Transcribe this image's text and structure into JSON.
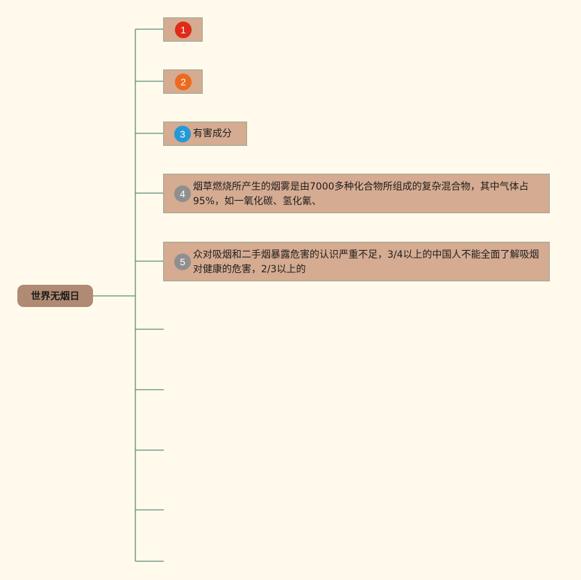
{
  "root": {
    "label": "世界无烟日"
  },
  "topics": [
    {
      "number": "1",
      "badge_color": "#e02a1a",
      "text": ""
    },
    {
      "number": "2",
      "badge_color": "#ec6a1e",
      "text": ""
    },
    {
      "number": "3",
      "badge_color": "#2599d6",
      "text": "有害成分"
    },
    {
      "number": "4",
      "badge_color": "#8f8f8f",
      "text": "烟草燃烧所产生的烟雾是由7000多种化合物所组成的复杂混合物，其中气体占95%，如一氧化碳、氢化氰、"
    },
    {
      "number": "5",
      "badge_color": "#8f8f8f",
      "text": "众对吸烟和二手烟暴露危害的认识严重不足，3/4以上的中国人不能全面了解吸烟对健康的危害，2/3以上的"
    }
  ],
  "colors": {
    "background": "#fffaec",
    "connector": "#5a8a78",
    "root_fill": "#b08a72",
    "topic_fill": "#d5ab91",
    "topic_border": "#9aa892"
  }
}
